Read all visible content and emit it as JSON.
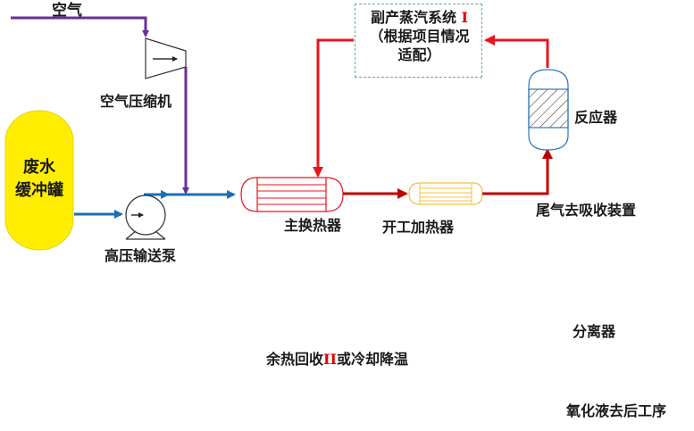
{
  "diagram": {
    "title": "",
    "colors": {
      "air": "#6a2c9a",
      "wastewater": "#1a6fb5",
      "hot_stream": "#c00000",
      "hot_outlet": "#f5b800",
      "cooled_stream": "#8cc84b",
      "tail_gas": "#1ab2ea",
      "tank_fill": "#ffee00",
      "separator_fill": "#8cc84b",
      "steam_box_border": "#5fae8a",
      "roman_numeral": "#e00000"
    },
    "nodes": {
      "air_input": {
        "label": "空气"
      },
      "air_compressor": {
        "label": "空气压缩机"
      },
      "wastewater_tank": {
        "label_line1": "废水",
        "label_line2": "缓冲罐"
      },
      "hp_pump": {
        "label": "高压输送泵"
      },
      "main_exchanger": {
        "label": "主换热器"
      },
      "startup_heater": {
        "label": "开工加热器"
      },
      "reactor": {
        "label": "反应器"
      },
      "steam_system": {
        "label_line1": "副产蒸汽系统 ",
        "numeral": "I",
        "label_line2": "（根据项目情况",
        "label_line3": "适配）"
      },
      "heat_recovery": {
        "label_pre": "余热回收",
        "numeral": "II",
        "label_post": "或冷却降温"
      },
      "separator": {
        "label": "分离器"
      },
      "tail_gas_out": {
        "label": "尾气去吸收装置"
      },
      "oxidized_liquid_out": {
        "label": "氧化液去后工序"
      }
    },
    "edges": [
      {
        "from": "air_input",
        "to": "air_compressor",
        "stream": "air"
      },
      {
        "from": "air_compressor",
        "to": "main_exchanger",
        "stream": "air"
      },
      {
        "from": "wastewater_tank",
        "to": "hp_pump",
        "stream": "wastewater"
      },
      {
        "from": "hp_pump",
        "to": "main_exchanger",
        "stream": "wastewater"
      },
      {
        "from": "main_exchanger",
        "to": "startup_heater",
        "stream": "hot_stream"
      },
      {
        "from": "startup_heater",
        "to": "reactor",
        "stream": "hot_stream"
      },
      {
        "from": "reactor",
        "to": "steam_system",
        "stream": "hot_stream"
      },
      {
        "from": "steam_system",
        "to": "main_exchanger",
        "stream": "hot_stream"
      },
      {
        "from": "main_exchanger",
        "to": "heat_recovery",
        "stream": "hot_outlet"
      },
      {
        "from": "heat_recovery",
        "to": "separator",
        "stream": "cooled_stream"
      },
      {
        "from": "separator",
        "to": "tail_gas_out",
        "stream": "tail_gas"
      },
      {
        "from": "separator",
        "to": "oxidized_liquid_out",
        "stream": "cooled_stream"
      }
    ]
  }
}
